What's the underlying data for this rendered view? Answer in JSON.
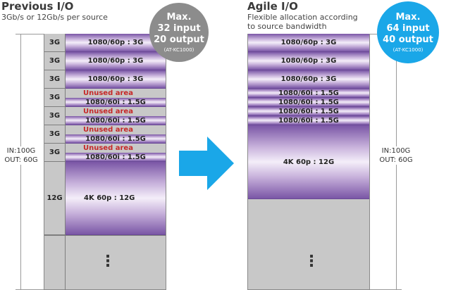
{
  "left": {
    "title": "Previous I/O",
    "subtitle": "3Gb/s or 12Gb/s per source",
    "capacity": {
      "in": "IN:100G",
      "out": "OUT: 60G"
    },
    "badge": {
      "line1": "Max.",
      "line2": "32 input",
      "line3": "20 output",
      "model": "(AT-KC1000)",
      "color": "#8c8c8c"
    },
    "rows": [
      {
        "group": "3G",
        "signal": "1080/60p : 3G",
        "unused": ""
      },
      {
        "group": "3G",
        "signal": "1080/60p : 3G",
        "unused": ""
      },
      {
        "group": "3G",
        "signal": "1080/60p : 3G",
        "unused": ""
      },
      {
        "group": "3G",
        "signal": "1080/60i : 1.5G",
        "unused": "Unused area"
      },
      {
        "group": "3G",
        "signal": "1080/60i : 1.5G",
        "unused": "Unused area"
      },
      {
        "group": "3G",
        "signal": "1080/60i : 1.5G",
        "unused": "Unused area"
      },
      {
        "group": "3G",
        "signal": "1080/60i : 1.5G",
        "unused": "Unused area"
      },
      {
        "group": "12G",
        "signal": "4K 60p : 12G",
        "unused": ""
      }
    ],
    "more": "⋮"
  },
  "right": {
    "title": "Agile I/O",
    "subtitle_line1": "Flexible allocation according",
    "subtitle_line2": "to source bandwidth",
    "capacity": {
      "in": "IN:100G",
      "out": "OUT: 60G"
    },
    "badge": {
      "line1": "Max.",
      "line2": "64 input",
      "line3": "40 output",
      "model": "(AT-KC1000)",
      "color": "#1aa7e8"
    },
    "rows": [
      {
        "signal": "1080/60p : 3G"
      },
      {
        "signal": "1080/60p : 3G"
      },
      {
        "signal": "1080/60p : 3G"
      },
      {
        "signal": "1080/60i : 1.5G"
      },
      {
        "signal": "1080/60i : 1.5G"
      },
      {
        "signal": "1080/60i : 1.5G"
      },
      {
        "signal": "1080/60i : 1.5G"
      },
      {
        "signal": "4K 60p : 12G"
      }
    ],
    "more": "⋮"
  },
  "colors": {
    "arrow": "#1aa7e8",
    "block": "#7a56a6",
    "unused_text": "#c62828",
    "empty_area": "#c8c8c8"
  }
}
